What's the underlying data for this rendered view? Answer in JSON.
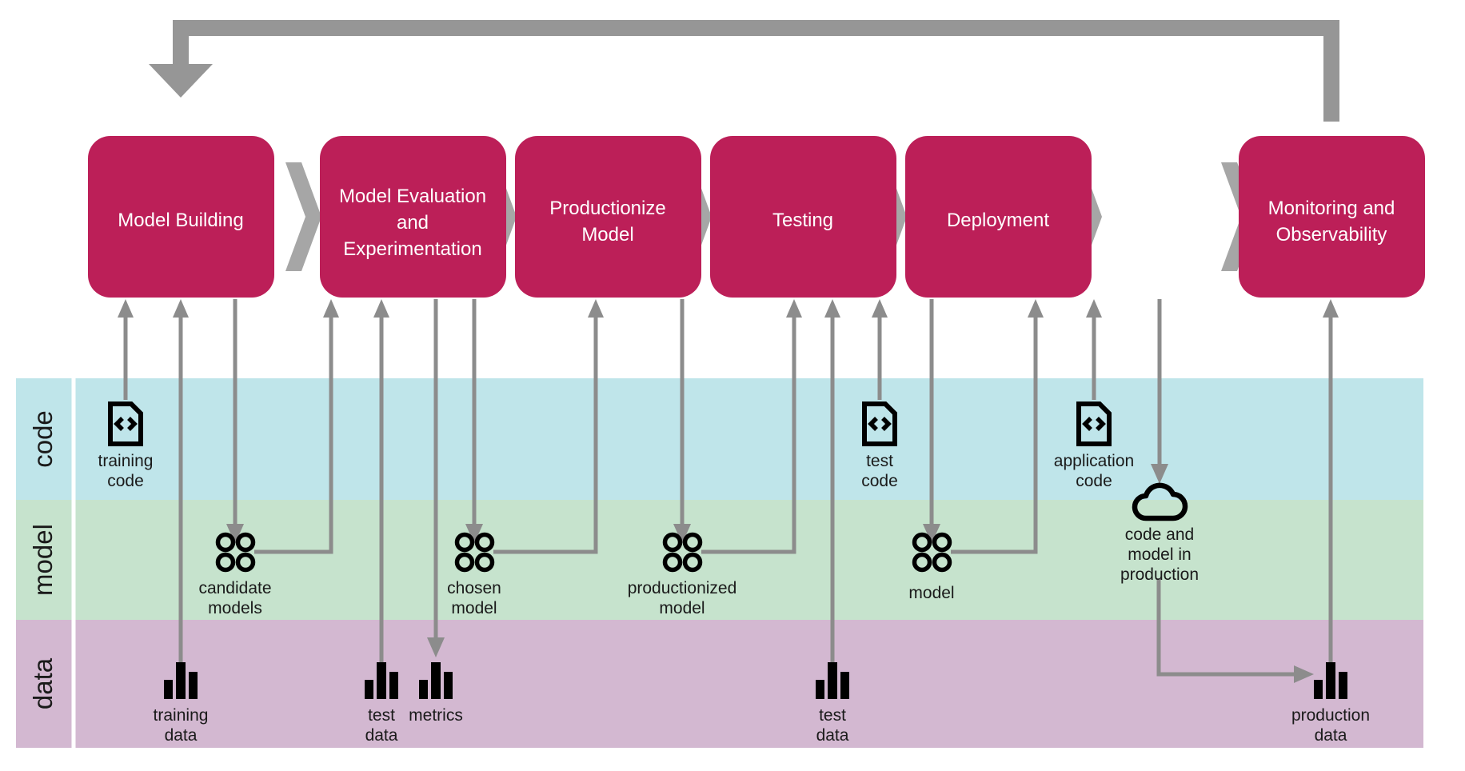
{
  "diagram": {
    "title": "Machine Learning Lifecycle Swimlane Diagram",
    "colors": {
      "stage_box": "#bc1f58",
      "stage_box_text": "#ffffff",
      "connector": "#8c8c8c",
      "chevron": "#a6a6a6",
      "lane_code": "#bfe5ea",
      "lane_model": "#c6e3cd",
      "lane_data": "#d3b8d1",
      "artifact_icon": "#000000",
      "artifact_label": "#1a1a1a",
      "lane_divider": "#ffffff"
    }
  },
  "stages": [
    {
      "id": "model-building",
      "label": "Model Building",
      "lines": [
        "Model Building"
      ]
    },
    {
      "id": "model-evaluation",
      "label": "Model Evaluation and Experimentation",
      "lines": [
        "Model Evaluation",
        "and",
        "Experimentation"
      ]
    },
    {
      "id": "productionize-model",
      "label": "Productionize Model",
      "lines": [
        "Productionize",
        "Model"
      ]
    },
    {
      "id": "testing",
      "label": "Testing",
      "lines": [
        "Testing"
      ]
    },
    {
      "id": "deployment",
      "label": "Deployment",
      "lines": [
        "Deployment"
      ]
    },
    {
      "id": "monitoring",
      "label": "Monitoring and Observability",
      "lines": [
        "Monitoring and",
        "Observability"
      ]
    }
  ],
  "lanes": [
    {
      "id": "code",
      "label": "code"
    },
    {
      "id": "model",
      "label": "model"
    },
    {
      "id": "data",
      "label": "data"
    }
  ],
  "artifacts": [
    {
      "id": "training-code",
      "icon": "code-file-icon",
      "lane": "code",
      "lines": [
        "training",
        "code"
      ]
    },
    {
      "id": "test-code",
      "icon": "code-file-icon",
      "lane": "code",
      "lines": [
        "test",
        "code"
      ]
    },
    {
      "id": "application-code",
      "icon": "code-file-icon",
      "lane": "code",
      "lines": [
        "application",
        "code"
      ]
    },
    {
      "id": "candidate-models",
      "icon": "four-dots-icon",
      "lane": "model",
      "lines": [
        "candidate",
        "models"
      ]
    },
    {
      "id": "chosen-model",
      "icon": "four-dots-icon",
      "lane": "model",
      "lines": [
        "chosen",
        "model"
      ]
    },
    {
      "id": "productionized-model",
      "icon": "four-dots-icon",
      "lane": "model",
      "lines": [
        "productionized",
        "model"
      ]
    },
    {
      "id": "model",
      "icon": "four-dots-icon",
      "lane": "model",
      "lines": [
        "model"
      ]
    },
    {
      "id": "code-and-model-in-production",
      "icon": "cloud-icon",
      "lane": "model",
      "lines": [
        "code and",
        "model  in",
        "production"
      ]
    },
    {
      "id": "training-data",
      "icon": "bar-chart-icon",
      "lane": "data",
      "lines": [
        "training",
        "data"
      ]
    },
    {
      "id": "test-data-eval",
      "icon": "bar-chart-icon",
      "lane": "data",
      "lines": [
        "test",
        "data"
      ]
    },
    {
      "id": "metrics",
      "icon": "bar-chart-icon",
      "lane": "data",
      "lines": [
        "metrics"
      ]
    },
    {
      "id": "test-data-testing",
      "icon": "bar-chart-icon",
      "lane": "data",
      "lines": [
        "test",
        "data"
      ]
    },
    {
      "id": "production-data",
      "icon": "bar-chart-icon",
      "lane": "data",
      "lines": [
        "production",
        "data"
      ]
    }
  ],
  "feedback_arrow": {
    "id": "feedback-loop-arrow",
    "from": "monitoring",
    "to": "model-building"
  }
}
